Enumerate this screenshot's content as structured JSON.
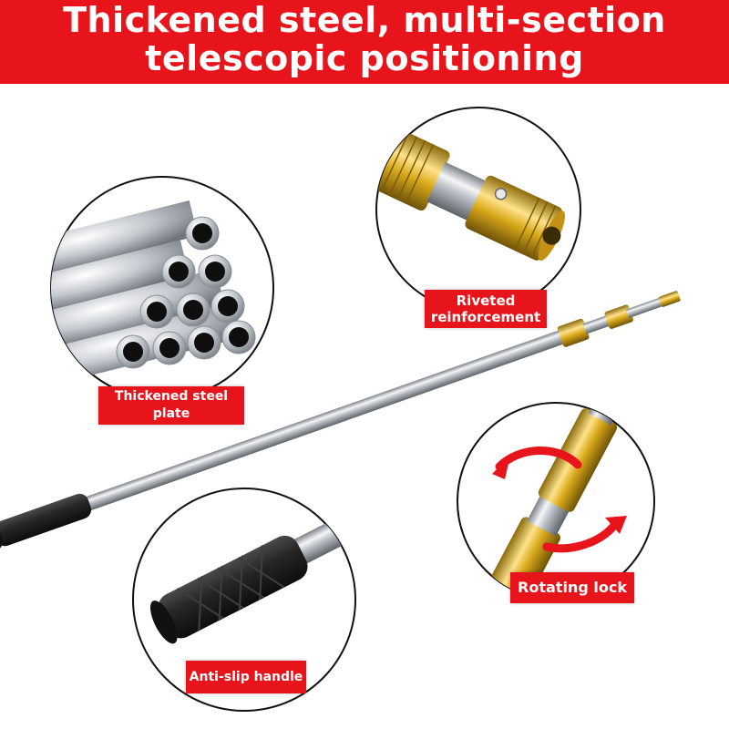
{
  "banner": {
    "line1": "Thickened steel, multi-section",
    "line2": "telescopic positioning",
    "color": "#e8141b"
  },
  "callouts": {
    "plate": {
      "line1": "Thickened steel",
      "line2": "plate"
    },
    "rivet": {
      "line1": "Riveted",
      "line2": "reinforcement"
    },
    "lock": {
      "text": "Rotating lock"
    },
    "grip": {
      "text": "Anti-slip handle"
    }
  },
  "colors": {
    "label_red": "#e8141b",
    "gold": "#d8a81a",
    "steel": "#c9cdd2",
    "grip_black": "#1c1c1c"
  }
}
